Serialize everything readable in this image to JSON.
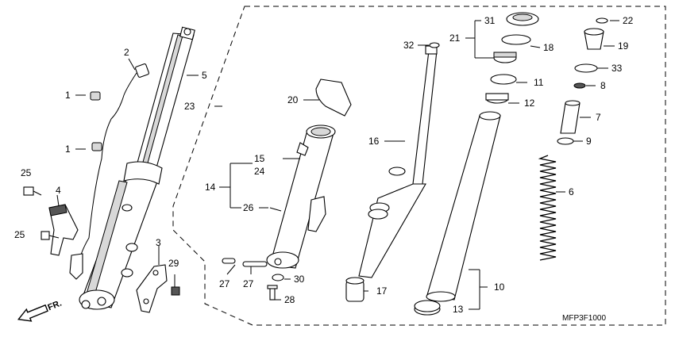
{
  "diagram": {
    "code": "MFP3F1000",
    "direction_label": "FR.",
    "callouts": {
      "p1a": "1",
      "p1b": "1",
      "p2": "2",
      "p3": "3",
      "p4": "4",
      "p5": "5",
      "p6": "6",
      "p7": "7",
      "p8": "8",
      "p9": "9",
      "p10": "10",
      "p11": "11",
      "p12": "12",
      "p13": "13",
      "p14": "14",
      "p15": "15",
      "p16": "16",
      "p17": "17",
      "p18": "18",
      "p19": "19",
      "p20": "20",
      "p21": "21",
      "p22": "22",
      "p23": "23",
      "p24": "24",
      "p25a": "25",
      "p25b": "25",
      "p26": "26",
      "p27a": "27",
      "p27b": "27",
      "p28": "28",
      "p29": "29",
      "p30": "30",
      "p31": "31",
      "p32": "32",
      "p33": "33"
    }
  }
}
